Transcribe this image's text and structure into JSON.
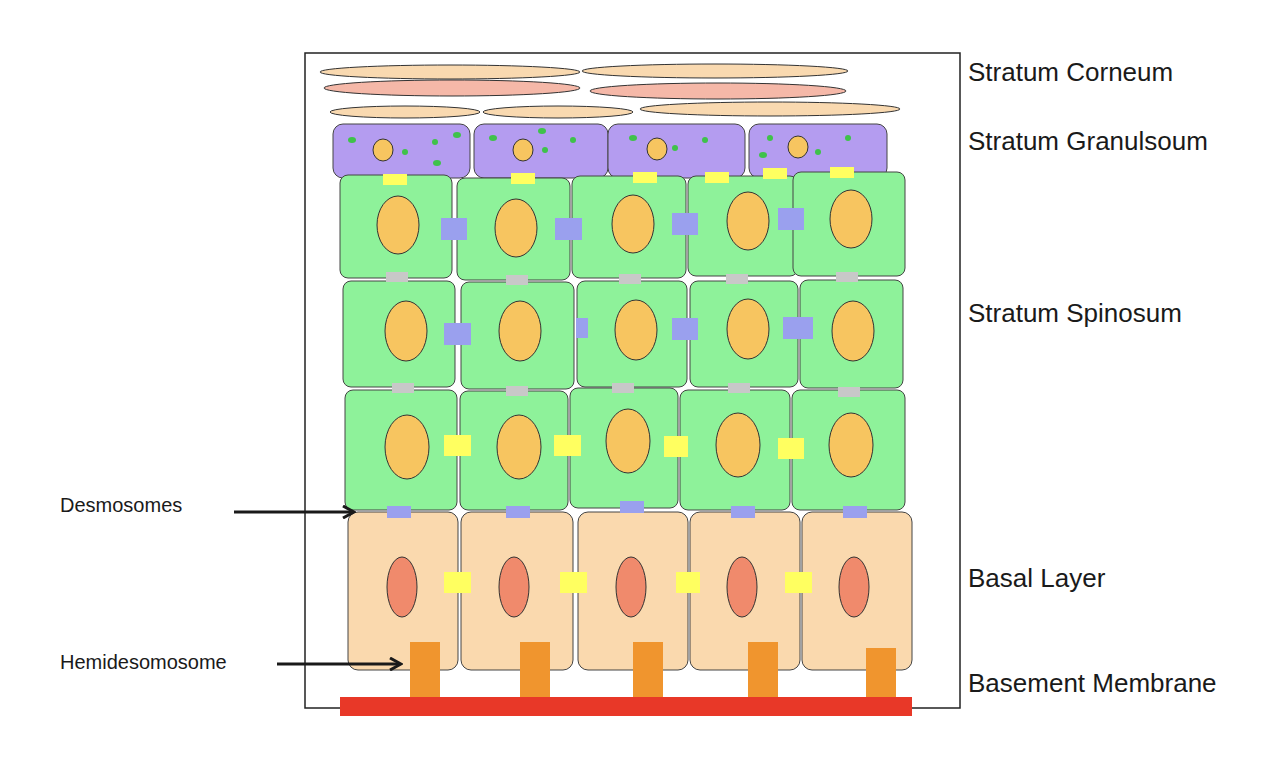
{
  "diagram": {
    "labels": [
      "Stratum Corneum",
      "Stratum Granulsoum",
      "Stratum Spinosum",
      "Basal Layer",
      "Basement Membrane",
      "Desmosomes",
      "Hemidesomosome"
    ]
  }
}
